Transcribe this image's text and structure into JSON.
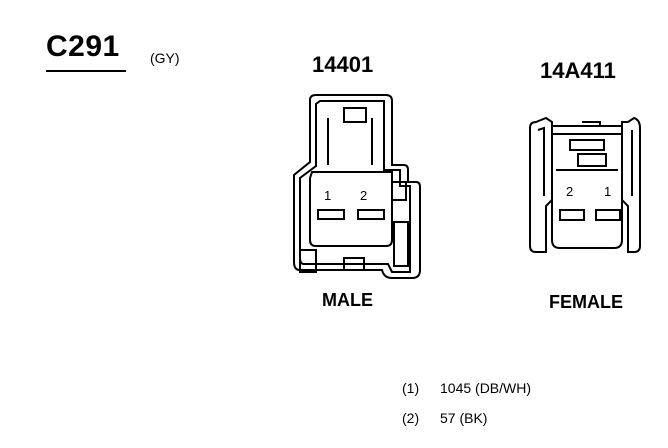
{
  "connector": {
    "id": "C291",
    "color_code": "(GY)"
  },
  "male": {
    "part_number": "14401",
    "gender_label": "MALE",
    "pin_labels": [
      "1",
      "2"
    ]
  },
  "female": {
    "part_number": "14A411",
    "gender_label": "FEMALE",
    "pin_labels": [
      "2",
      "1"
    ]
  },
  "legend": [
    {
      "pin": "(1)",
      "circuit": "1045 (DB/WH)"
    },
    {
      "pin": "(2)",
      "circuit": "57 (BK)"
    }
  ]
}
